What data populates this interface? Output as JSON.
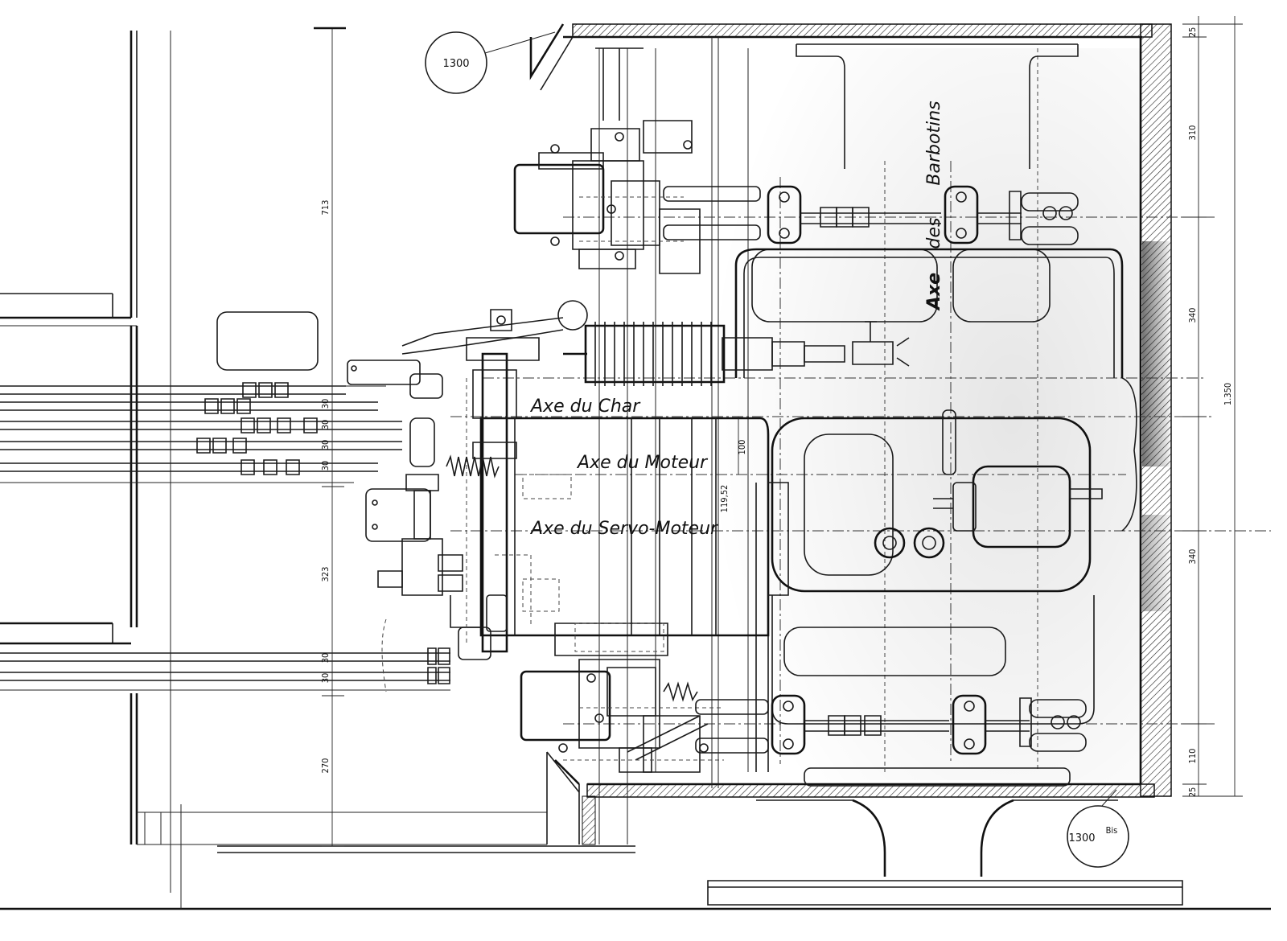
{
  "drawing": {
    "reference_top": "1300",
    "reference_bottom": "1300",
    "reference_bottom_suffix": "Bis",
    "labels": {
      "axe_barbotins_1": "Barbotins",
      "axe_barbotins_2": "des",
      "axe_barbotins_3": "Axe",
      "axe_char": "Axe du Char",
      "axe_moteur": "Axe du Moteur",
      "axe_servo": "Axe du Servo-Moteur"
    },
    "dimensions": {
      "left_upper": "713",
      "left_middle": "323",
      "left_lower": "270",
      "pipe_spacing_1": "30",
      "pipe_spacing_2": "30",
      "pipe_spacing_3": "30",
      "pipe_spacing_4": "30",
      "pipe_spacing_lower_1": "30",
      "pipe_spacing_lower_2": "30",
      "offset_100": "100",
      "offset_11952": "119,52",
      "right_25_top": "25",
      "right_310": "310",
      "right_340_upper": "340",
      "right_1350": "1.350",
      "right_340_lower": "340",
      "right_110": "110",
      "right_25_bottom": "25"
    },
    "colors": {
      "ink": "#1a1a1a",
      "paper": "#ffffff",
      "shade": "#2a2a2a"
    }
  }
}
